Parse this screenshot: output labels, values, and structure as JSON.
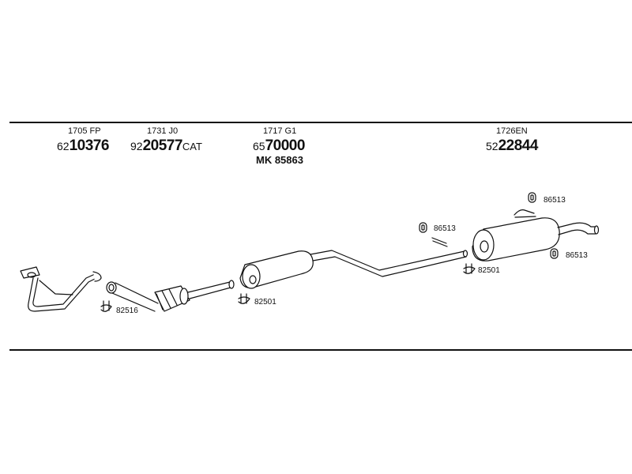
{
  "header_parts": [
    {
      "ref": "1705 FP",
      "prefix": "62",
      "number": "10376",
      "suffix": ""
    },
    {
      "ref": "1731 J0",
      "prefix": "92",
      "number": "20577",
      "suffix": "CAT"
    },
    {
      "ref": "1717 G1",
      "prefix": "65",
      "number": "70000",
      "suffix": "",
      "sub": "MK 85863"
    },
    {
      "ref": "1726EN",
      "prefix": "52",
      "number": "22844",
      "suffix": ""
    }
  ],
  "callouts": {
    "clamp_front": "82516",
    "clamp_mid": "82501",
    "hanger_mid": "86513",
    "clamp_rear": "82501",
    "hanger_rear_top": "86513",
    "hanger_rear_right": "86513"
  }
}
